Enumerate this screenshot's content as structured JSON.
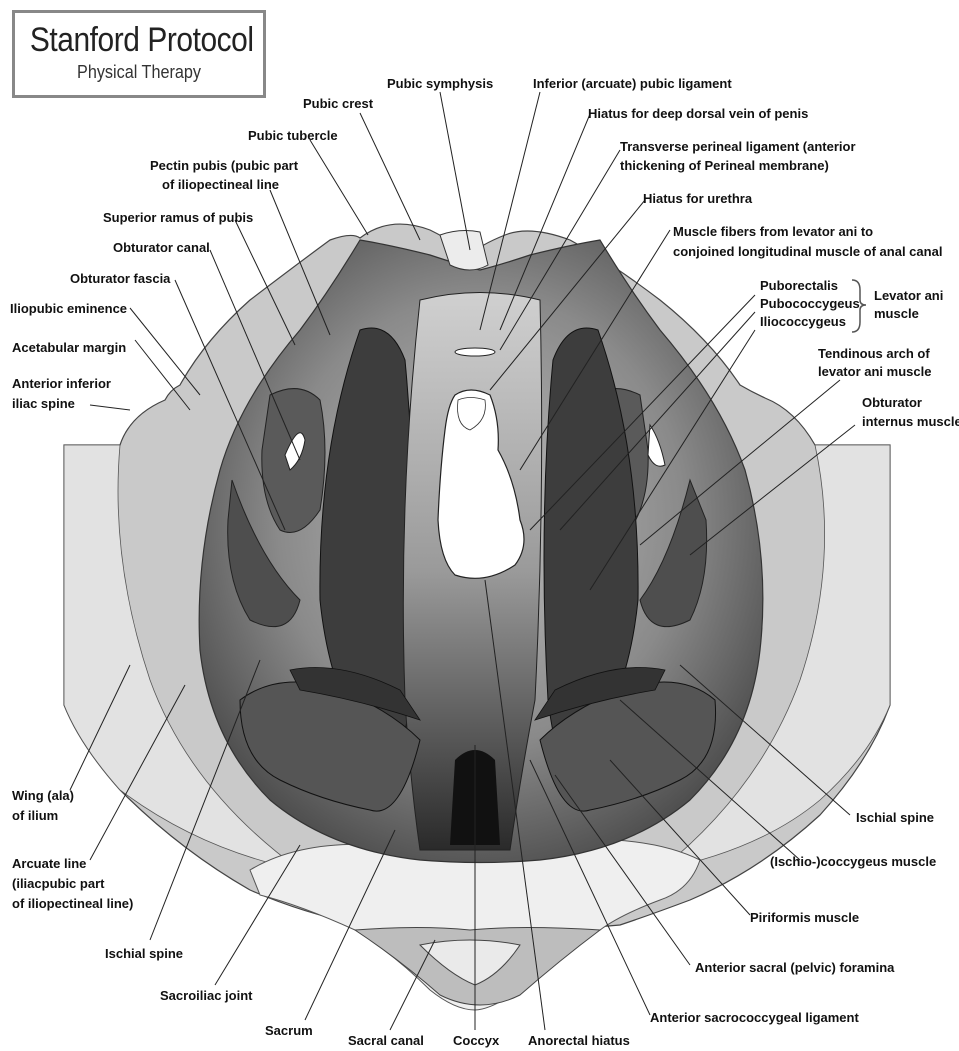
{
  "header": {
    "title": "Stanford Protocol",
    "subtitle": "Physical Therapy"
  },
  "labels": {
    "pubic_symphysis": "Pubic symphysis",
    "inferior_pubic_ligament": "Inferior (arcuate) pubic ligament",
    "pubic_crest": "Pubic crest",
    "hiatus_dorsal_vein": "Hiatus for deep dorsal vein of penis",
    "pubic_tubercle": "Pubic tubercle",
    "transverse_perineal_1": "Transverse perineal ligament (anterior",
    "transverse_perineal_2": "thickening of Perineal membrane)",
    "pectin_pubis_1": "Pectin pubis (pubic part",
    "pectin_pubis_2": "of iliopectineal line",
    "hiatus_urethra": "Hiatus for urethra",
    "superior_ramus": "Superior ramus of pubis",
    "muscle_fibers_1": "Muscle fibers from levator ani to",
    "muscle_fibers_2": "conjoined longitudinal muscle of anal canal",
    "obturator_canal": "Obturator canal",
    "obturator_fascia": "Obturator fascia",
    "puborectalis": "Puborectalis",
    "pubococcygeus": "Pubococcygeus",
    "iliococcygeus": "Iliococcygeus",
    "levator_ani_1": "Levator ani",
    "levator_ani_2": "muscle",
    "iliopubic_eminence": "Iliopubic eminence",
    "acetabular_margin": "Acetabular margin",
    "tendinous_arch_1": "Tendinous arch of",
    "tendinous_arch_2": "levator ani muscle",
    "ant_inf_iliac_1": "Anterior inferior",
    "ant_inf_iliac_2": "iliac spine",
    "obturator_internus_1": "Obturator",
    "obturator_internus_2": "internus muscle",
    "wing_ilium_1": "Wing (ala)",
    "wing_ilium_2": "of ilium",
    "ischial_spine_right": "Ischial spine",
    "arcuate_line_1": "Arcuate line",
    "arcuate_line_2": "(iliacpubic part",
    "arcuate_line_3": "of iliopectineal line)",
    "ischio_coccygeus": "(Ischio-)coccygeus muscle",
    "ischial_spine_left": "Ischial spine",
    "piriformis": "Piriformis muscle",
    "sacroiliac_joint": "Sacroiliac joint",
    "ant_sacral_foramina": "Anterior sacral (pelvic) foramina",
    "ant_sacrococcygeal": "Anterior sacrococcygeal ligament",
    "sacrum": "Sacrum",
    "sacral_canal": "Sacral canal",
    "coccyx": "Coccyx",
    "anorectal_hiatus": "Anorectal hiatus"
  }
}
